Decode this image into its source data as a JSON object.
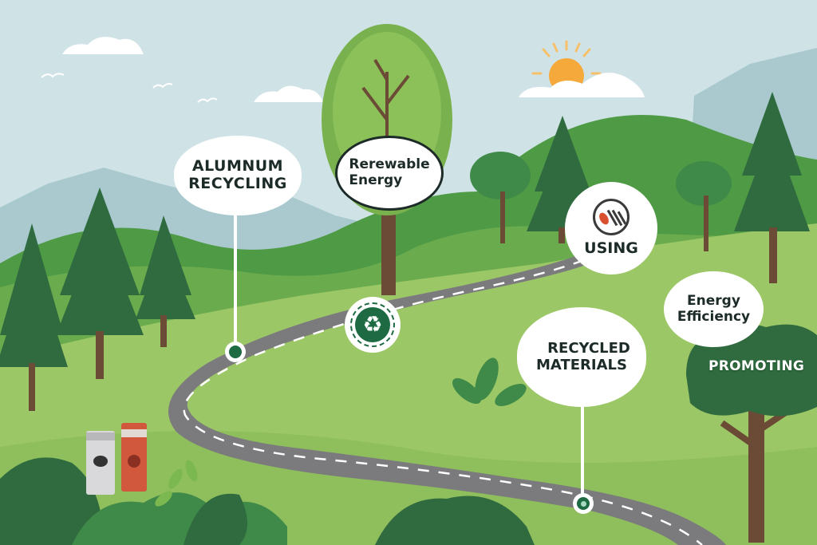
{
  "scene": {
    "title": "Sustainability road illustration",
    "colors": {
      "sky": "#cfe3e6",
      "distant_mountain": "#a9c9cf",
      "hill_dark": "#4f9a45",
      "hill_mid": "#6aab4e",
      "meadow": "#9cc766",
      "road": "#7b7b7e",
      "road_dash": "#ffffff",
      "tree_dark": "#2f6b3f",
      "trunk": "#6b4a36",
      "sun": "#f6a93b",
      "badge_green": "#1e6b43",
      "can_silver": "#d9d9db",
      "can_red": "#d1573d"
    }
  },
  "labels": {
    "aluminum_recycling": [
      "ALUMNUM",
      "RECYCLING"
    ],
    "renewable_energy": [
      "Rerewable",
      "Energy"
    ],
    "using": "USING",
    "recycled_materials": [
      "RECYCLED",
      "MATERIALS"
    ],
    "energy_efficiency": [
      "Energy",
      "Efficiency"
    ],
    "promoting": "PROMOTING"
  },
  "icons": {
    "recycle_badge": "recycle-icon",
    "using_badge": "hands-lines-icon",
    "sun": "sun-icon",
    "cloud": "cloud-icon",
    "bird": "bird-icon"
  }
}
